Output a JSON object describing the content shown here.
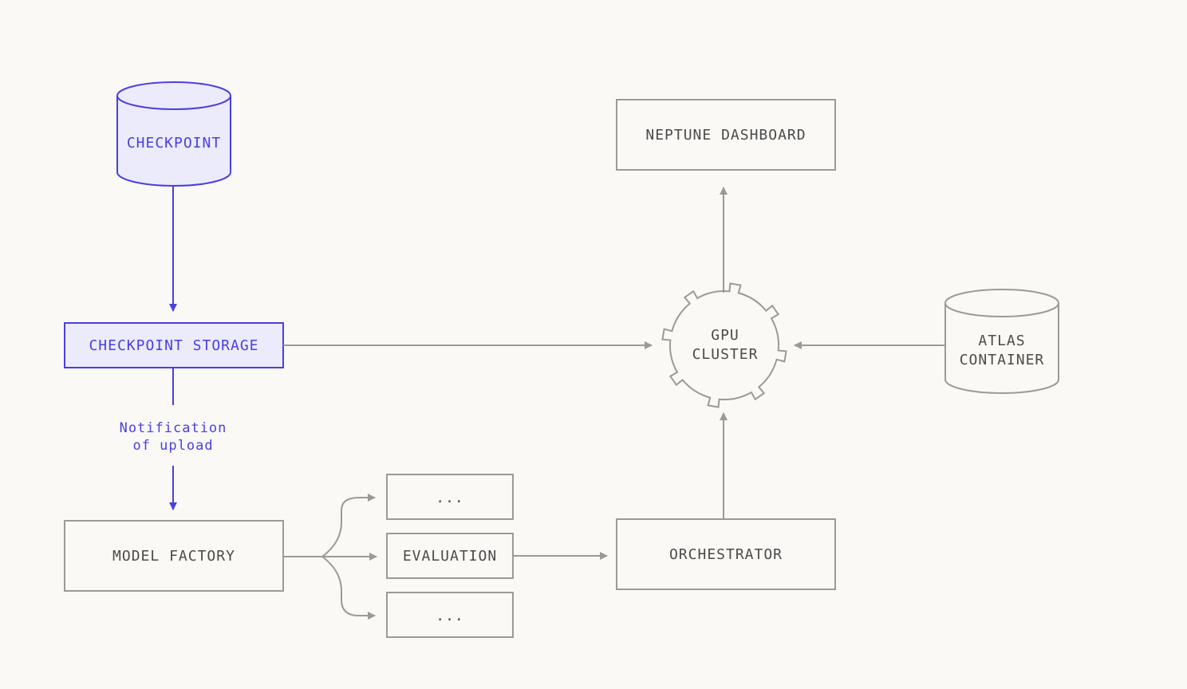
{
  "nodes": {
    "checkpoint": "CHECKPOINT",
    "checkpoint_storage": "CHECKPOINT STORAGE",
    "notification": [
      "Notification",
      "of upload"
    ],
    "model_factory": "MODEL FACTORY",
    "eval_top": "...",
    "evaluation": "EVALUATION",
    "eval_bottom": "...",
    "orchestrator": "ORCHESTRATOR",
    "gpu_cluster": [
      "GPU",
      "CLUSTER"
    ],
    "neptune_dashboard": "NEPTUNE DASHBOARD",
    "atlas_container": [
      "ATLAS",
      "CONTAINER"
    ]
  },
  "colors": {
    "background": "#faf9f6",
    "accent": "#4a3fe0",
    "accent_fill": "#ecebfb",
    "neutral_stroke": "#9a9a97",
    "neutral_text": "#4a4a48"
  }
}
